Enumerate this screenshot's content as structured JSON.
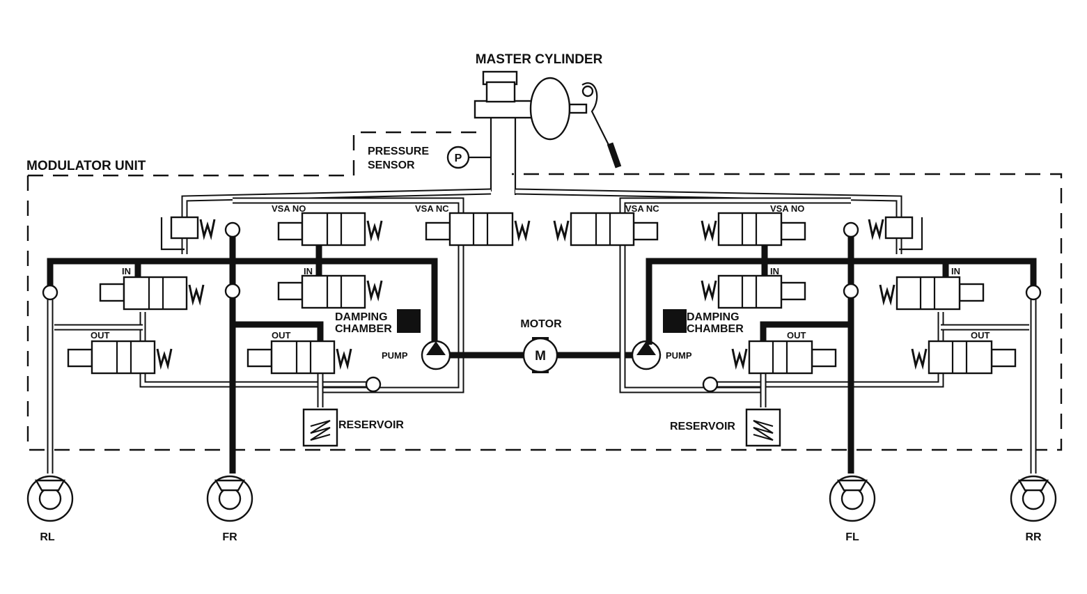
{
  "title": "MASTER CYLINDER",
  "labels": {
    "modulator_unit": "MODULATOR UNIT",
    "pressure_sensor_1": "PRESSURE",
    "pressure_sensor_2": "SENSOR",
    "pressure_symbol": "P",
    "motor": "MOTOR",
    "motor_symbol": "M",
    "pump": "PUMP",
    "damping_1": "DAMPING",
    "damping_2": "CHAMBER",
    "reservoir": "RESERVOIR",
    "vsa_no": "VSA NO",
    "vsa_nc": "VSA NC",
    "in": "IN",
    "out": "OUT"
  },
  "wheels": [
    "RL",
    "FR",
    "FL",
    "RR"
  ]
}
